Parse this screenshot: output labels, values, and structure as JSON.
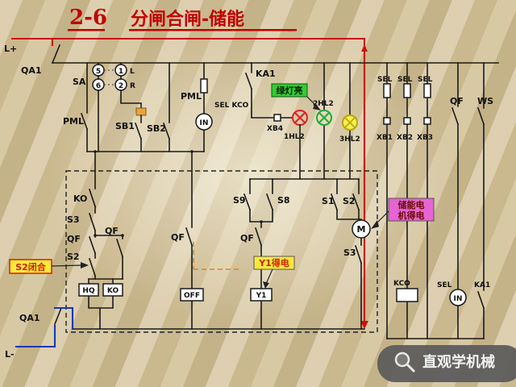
{
  "colors": {
    "title_red": "#c00000",
    "line_red": "#cc1100",
    "line_blue": "#1838b0",
    "lamp_red": "#dd2222",
    "lamp_green": "#22aa33",
    "lamp_yellow_fill": "#f6ee55",
    "callout_green": "#33cc33",
    "callout_yellow": "#ffe93c",
    "callout_pink": "#e565d5",
    "callout_red_text": "#cc2200"
  },
  "title": {
    "number": "2-6",
    "name": "分闸合闸-储能"
  },
  "rails": {
    "l_plus": "L+",
    "l_minus": "L-",
    "qa1_top": "QA1",
    "qa1_bottom": "QA1"
  },
  "selector": {
    "name": "SA",
    "pos5": "5",
    "pos1": "1",
    "pos6": "6",
    "pos2": "2",
    "dir_left": "L",
    "dir_right": "R"
  },
  "control": {
    "pml_contact": "PML",
    "sb1": "SB1",
    "sb2": "SB2",
    "pml_coil": "PML",
    "sel_kco": "SEL KCO",
    "in_coil": "IN",
    "ka1": "KA1",
    "xb4": "XB4",
    "lamp1": "1HL2",
    "lamp2": "2HL2",
    "lamp3": "3HL2"
  },
  "feeders": {
    "sel_a": "SEL",
    "sel_b": "SEL",
    "sel_c": "SEL",
    "xb1": "XB1",
    "xb2": "XB2",
    "xb3": "XB3",
    "qf": "QF",
    "ws": "WS"
  },
  "logic": {
    "ko_contact": "KO",
    "s3_left": "S3",
    "qf_left": "QF",
    "s2_left": "S2",
    "qf_parallel": "QF",
    "hq_box": "HQ",
    "ko_box": "KO",
    "qf_mid": "QF",
    "off_box": "OFF",
    "s9": "S9",
    "s8": "S8",
    "qf_y1": "QF",
    "y1_box": "Y1",
    "s1": "S1",
    "s2_right": "S2",
    "motor": "M",
    "s3_right": "S3"
  },
  "bottom_right": {
    "kco_box": "KCO",
    "sel": "SEL",
    "in_coil": "IN",
    "ka1": "KA1"
  },
  "callouts": {
    "green_light": "绿灯亮",
    "s2_closed": "S2闭合",
    "y1_on": "Y1得电",
    "motor_on_1": "储能电",
    "motor_on_2": "机得电"
  },
  "watermark": {
    "text": "直观学机械"
  }
}
